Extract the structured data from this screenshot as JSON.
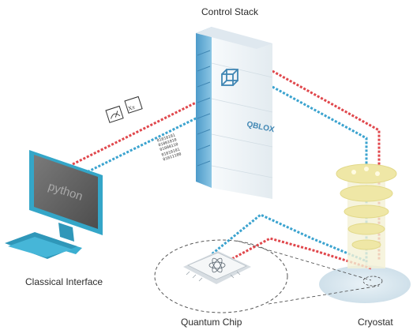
{
  "labels": {
    "control_stack": "Control Stack",
    "classical_interface": "Classical Interface",
    "quantum_chip": "Quantum Chip",
    "cryostat": "Cryostat"
  },
  "monitor_text": "python",
  "rack_brand": "QBLOX",
  "gate_symbol_2": "Xπ",
  "bitstream": [
    "01010101",
    "01001010",
    "01000110",
    "01010101",
    "01011100"
  ],
  "colors": {
    "red_signal": "#e0474c",
    "blue_signal": "#3ba3cf",
    "monitor_frame": "#34a6c8",
    "monitor_screen": "#6a6a6a",
    "rack_body": "#eef3f6",
    "rack_accent": "#5aa7d3",
    "cryostat_gold": "#efe7a6",
    "floor_disc": "#dce8ef"
  },
  "icons": [
    "measurement-gate-icon",
    "x-pi-gate-icon",
    "qblox-logo-icon",
    "quantum-atom-icon",
    "laptop-icon"
  ]
}
